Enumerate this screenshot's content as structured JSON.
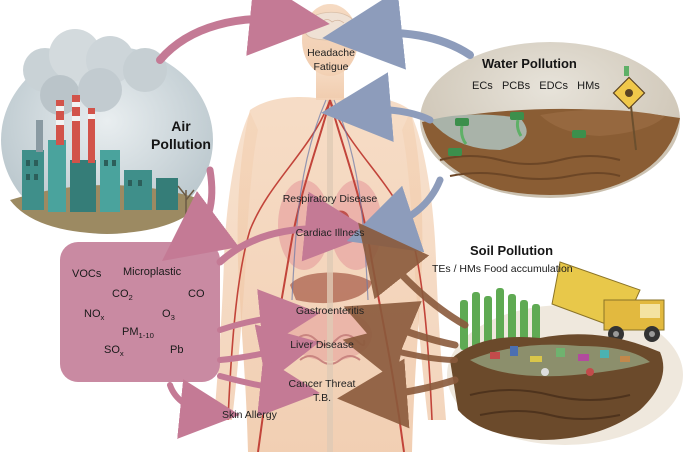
{
  "air": {
    "title_line1": "Air",
    "title_line2": "Pollution",
    "pollutants": {
      "vocs": "VOCs",
      "microplastic": "Microplastic",
      "co2_base": "CO",
      "co2_sub": "2",
      "co": "CO",
      "nox_base": "NO",
      "nox_sub": "x",
      "o3_base": "O",
      "o3_sub": "3",
      "pm_base": "PM",
      "pm_sub": "1-10",
      "sox_base": "SO",
      "sox_sub": "x",
      "pb": "Pb"
    }
  },
  "water": {
    "title": "Water Pollution",
    "pollutants": [
      "ECs",
      "PCBs",
      "EDCs",
      "HMs"
    ]
  },
  "soil": {
    "title": "Soil Pollution",
    "subtitle": "TEs / HMs Food accumulation"
  },
  "effects": {
    "headache": "Headache",
    "fatigue": "Fatigue",
    "respiratory": "Respiratory Disease",
    "cardiac": "Cardiac Illness",
    "gastro": "Gastroenteritis",
    "liver": "Liver Disease",
    "cancer": "Cancer Threat",
    "tb": "T.B.",
    "skin": "Skin Allergy"
  },
  "colors": {
    "air_arrow": "#c47a95",
    "water_arrow": "#8d9cbb",
    "soil_arrow": "#8a5a3c",
    "pollutant_box": "#c98aa2",
    "body_skin": "#f2c9a6"
  }
}
